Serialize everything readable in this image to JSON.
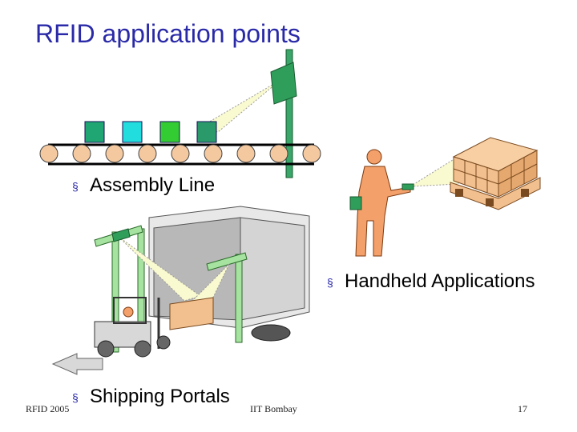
{
  "slide": {
    "title": "RFID application points",
    "bullets": {
      "assembly": "Assembly Line",
      "handheld": "Handheld Applications",
      "shipping": "Shipping Portals"
    },
    "bullet_marker": "§",
    "footer": {
      "left": "RFID 2005",
      "center": "IIT Bombay",
      "page": "17"
    }
  },
  "colors": {
    "title": "#2a2aa8",
    "conveyor_roller": "#f5c9a0",
    "reader_green": "#2e9e5a",
    "portal_green": "#a6e3a0",
    "box_tan": "#f2c08e",
    "person_orange": "#f4a06a"
  }
}
